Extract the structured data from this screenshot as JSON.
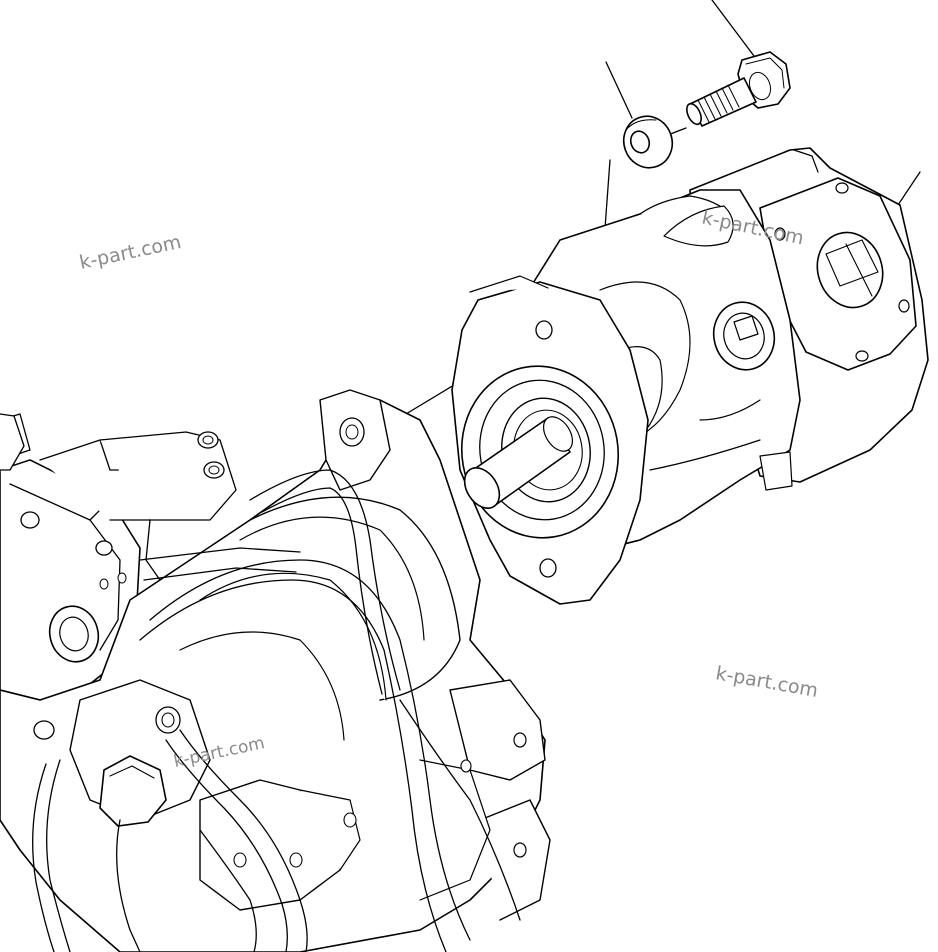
{
  "watermarks": {
    "top_left": "k-part.com",
    "top_right": "k-part.com",
    "bottom_right": "k-part.com",
    "bottom_left": "k-part.com"
  },
  "colors": {
    "line": "#000000",
    "watermark": "#8a8a8a",
    "background": "#ffffff"
  }
}
